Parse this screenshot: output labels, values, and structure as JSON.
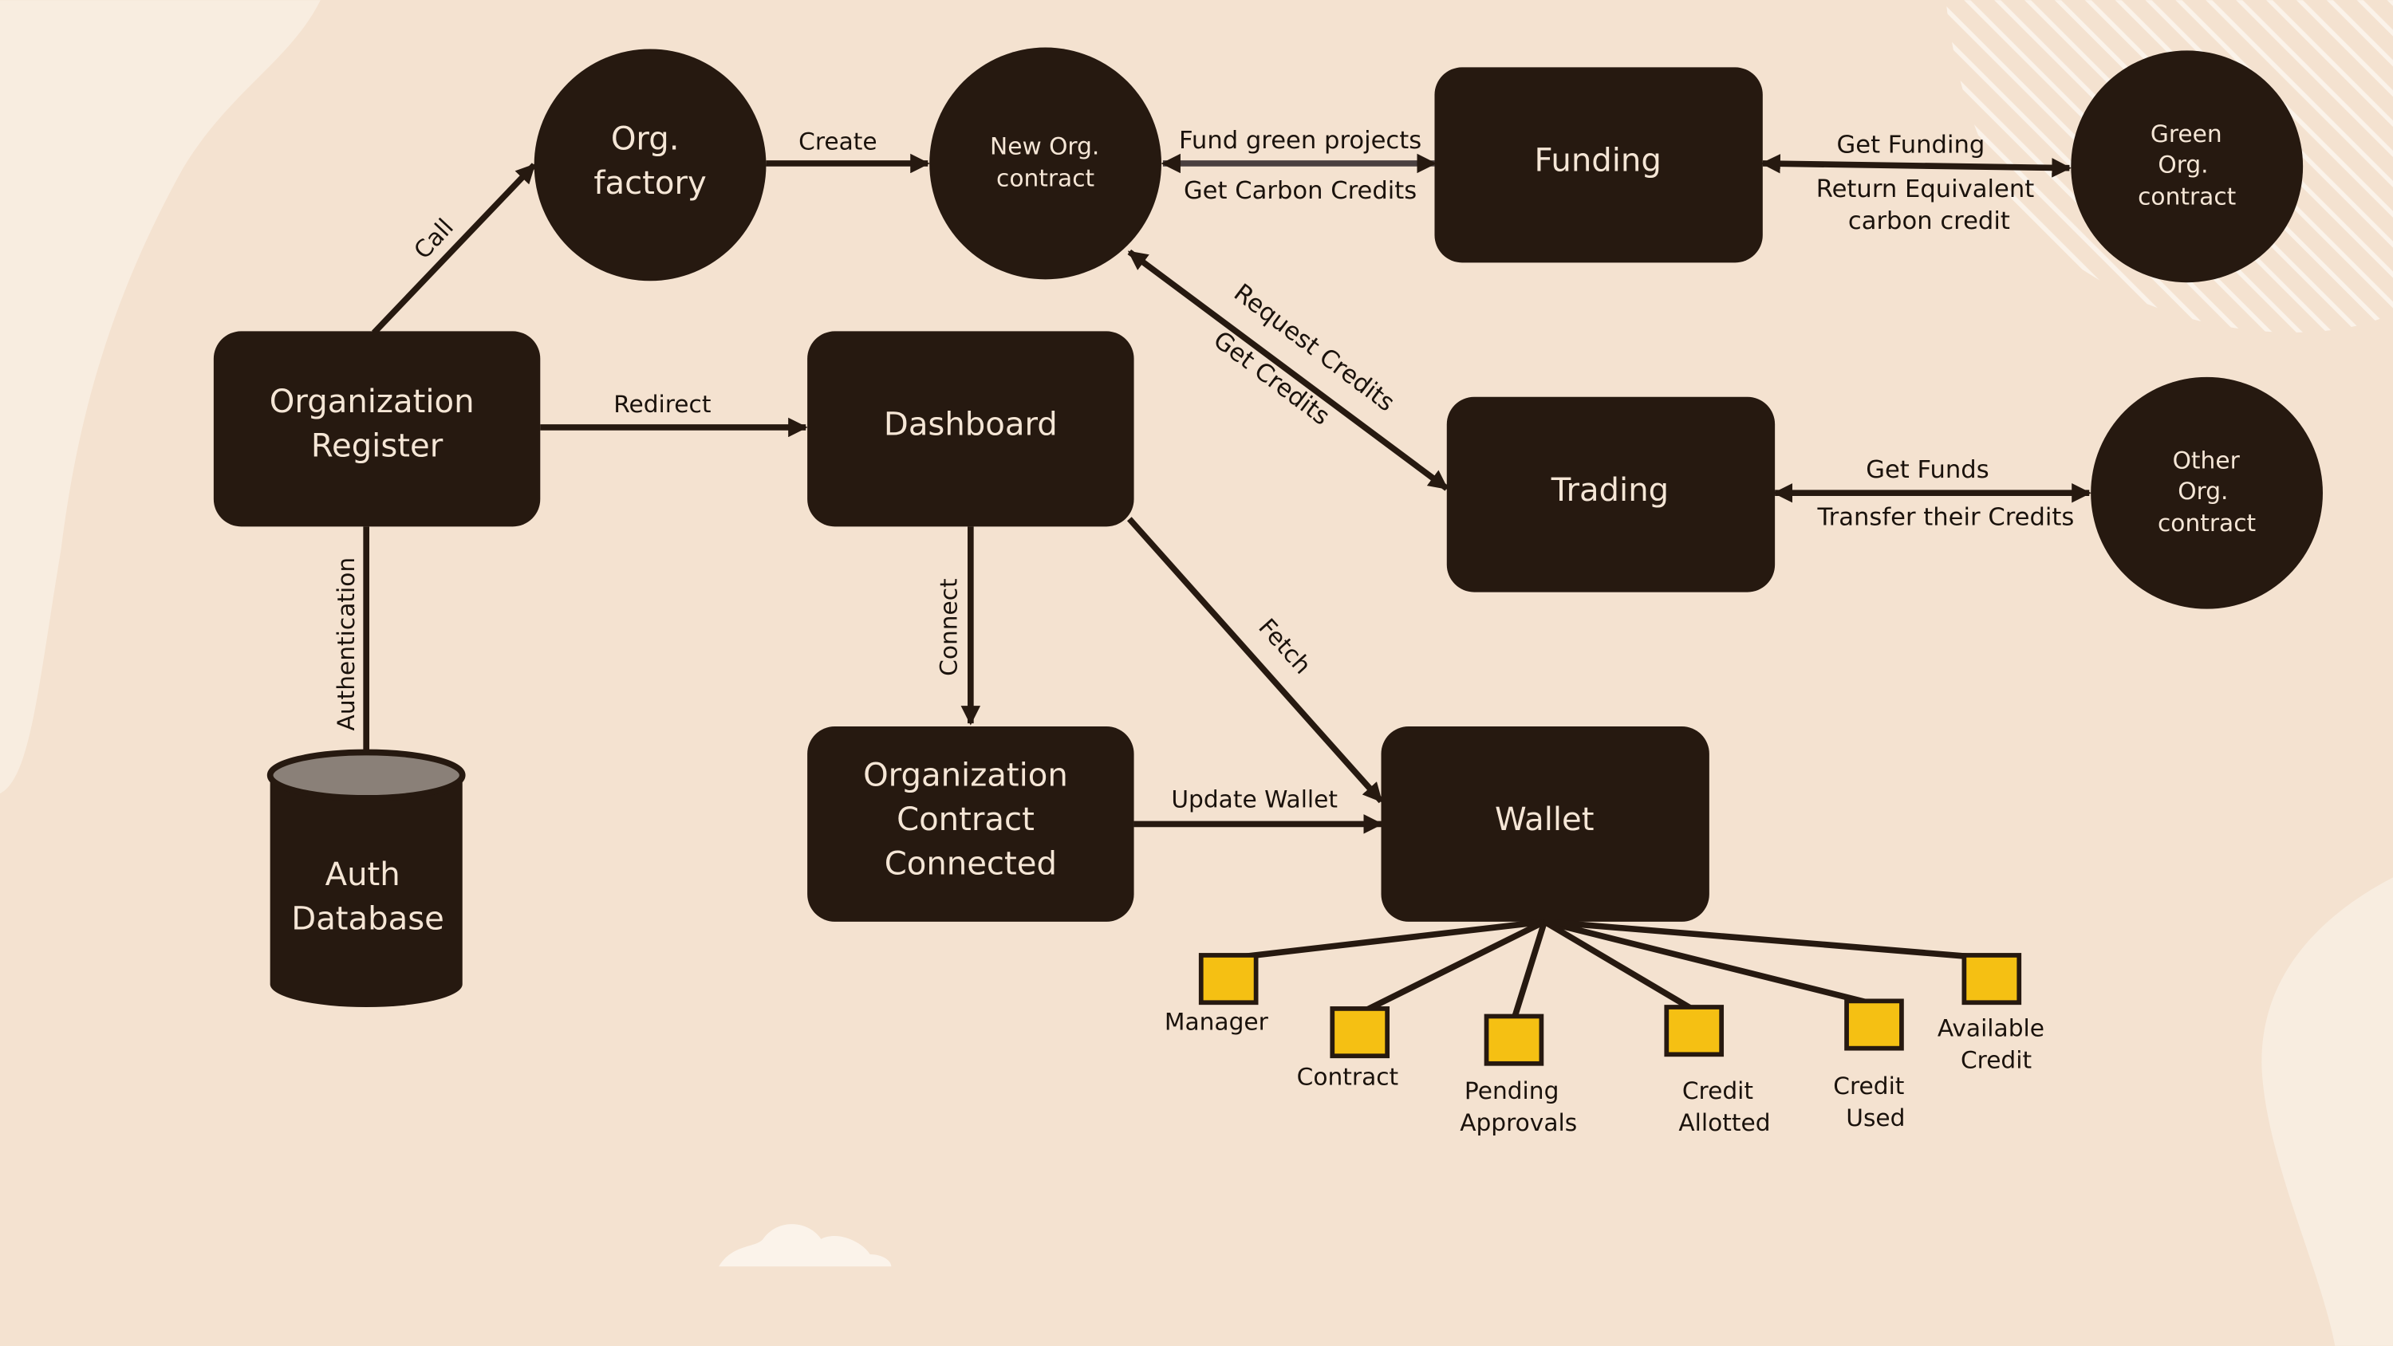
{
  "colors": {
    "background": "#f4e2d0",
    "blob": "#f8ede0",
    "node_fill": "#261910",
    "node_text": "#f5e6d6",
    "edge": "#261910",
    "edge_label": "#1a120c",
    "leaf_fill": "#f5c013"
  },
  "nodes": {
    "org_factory": [
      "Org.",
      "factory"
    ],
    "new_org_contract": [
      "New Org.",
      "contract"
    ],
    "funding": [
      "Funding"
    ],
    "green_org_contract": [
      "Green",
      "Org.",
      "contract"
    ],
    "org_register": [
      "Organization",
      "Register"
    ],
    "dashboard": [
      "Dashboard"
    ],
    "trading": [
      "Trading"
    ],
    "other_org_contract": [
      "Other",
      "Org.",
      "contract"
    ],
    "auth_database": [
      "Auth",
      "Database"
    ],
    "org_contract_connected": [
      "Organization",
      "Contract",
      "Connected"
    ],
    "wallet": [
      "Wallet"
    ]
  },
  "edges": {
    "call": "Call",
    "create": "Create",
    "fund_green_projects": "Fund green projects",
    "get_carbon_credits": "Get Carbon Credits",
    "get_funding": "Get Funding",
    "return_equivalent": [
      "Return Equivalent",
      "carbon credit"
    ],
    "redirect": "Redirect",
    "request_credits": "Request Credits",
    "get_credits": "Get Credits",
    "get_funds": "Get Funds",
    "transfer_credits": "Transfer their Credits",
    "authentication": "Authentication",
    "connect": "Connect",
    "fetch": "Fetch",
    "update_wallet": "Update Wallet"
  },
  "wallet_items": {
    "manager": [
      "Manager"
    ],
    "contract": [
      "Contract"
    ],
    "pending_approvals": [
      "Pending",
      "Approvals"
    ],
    "credit_allotted": [
      "Credit",
      "Allotted"
    ],
    "credit_used": [
      "Credit",
      "Used"
    ],
    "available_credit": [
      "Available",
      "Credit"
    ]
  }
}
